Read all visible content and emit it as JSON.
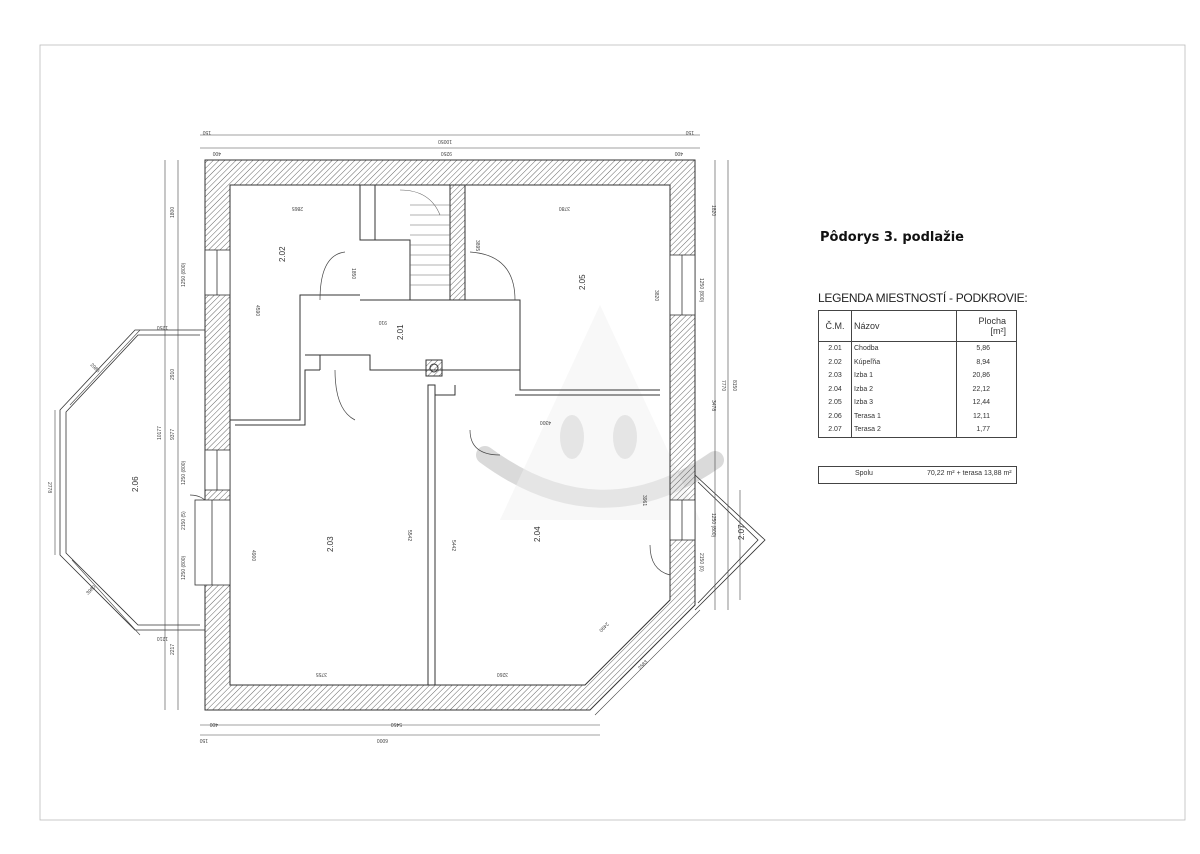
{
  "plan_title": "Pôdorys 3. podlažie",
  "legend": {
    "title": "LEGENDA MIESTNOSTÍ - PODKROVIE:",
    "headers": {
      "num": "Č.M.",
      "name": "Názov",
      "area": "Plocha",
      "area_unit": "[m²]"
    },
    "rows": [
      {
        "num": "2.01",
        "name": "Chodba",
        "area": "5,86"
      },
      {
        "num": "2.02",
        "name": "Kúpeľňa",
        "area": "8,94"
      },
      {
        "num": "2.03",
        "name": "Izba 1",
        "area": "20,86"
      },
      {
        "num": "2.04",
        "name": "Izba 2",
        "area": "22,12"
      },
      {
        "num": "2.05",
        "name": "Izba 3",
        "area": "12,44"
      },
      {
        "num": "2.06",
        "name": "Terasa 1",
        "area": "12,11"
      },
      {
        "num": "2.07",
        "name": "Terasa 2",
        "area": "1,77"
      }
    ],
    "total_label": "Spolu",
    "total_value": "70,22 m² + terasa 13,88 m²"
  },
  "rooms": {
    "r201": "2.01",
    "r202": "2.02",
    "r203": "2.03",
    "r204": "2.04",
    "r205": "2.05",
    "r206": "2.06",
    "r207": "2.07"
  },
  "dims": {
    "top_total": "10050",
    "top_sub": "150",
    "top_inner": "9250",
    "top_400a": "400",
    "top_400b": "400",
    "bottom_total": "6000",
    "bottom_inner": "5450",
    "bottom_a": "400",
    "bottom_b": "150",
    "left_a": "1800",
    "left_b": "1250 (800)",
    "left_c": "2910",
    "left_d": "10177",
    "left_e": "9377",
    "left_f": "1250 (800)",
    "left_g": "2150 (5)",
    "left_h": "1250 (800)",
    "left_i": "2217",
    "right_a": "1820",
    "right_b": "1250 (800)",
    "right_c": "3478",
    "right_d": "7770",
    "right_e": "8150",
    "right_f": "2150 (0)",
    "right_g": "1250 (800)",
    "room_202w": "2865",
    "room_205w": "3780",
    "room_205h": "3820",
    "room_202h": "4590",
    "room_203w": "3755",
    "room_204w": "3260",
    "room_203h": "4900",
    "room_201w": "910",
    "stair_a": "1850",
    "stair_b": "3895",
    "room_203i": "5542",
    "room_204i": "5442",
    "room_204d": "4300",
    "room_204e": "2490",
    "room_204f": "3961",
    "terr_a": "2986",
    "terr_b": "3980",
    "terr_c": "2778",
    "terr_d": "1250",
    "terr_e": "1210",
    "terr_f": "2.07",
    "terr_g": "2583"
  },
  "colors": {
    "line": "#333333",
    "wall_hatch": "#777777",
    "watermark": "#c9c9c9"
  }
}
